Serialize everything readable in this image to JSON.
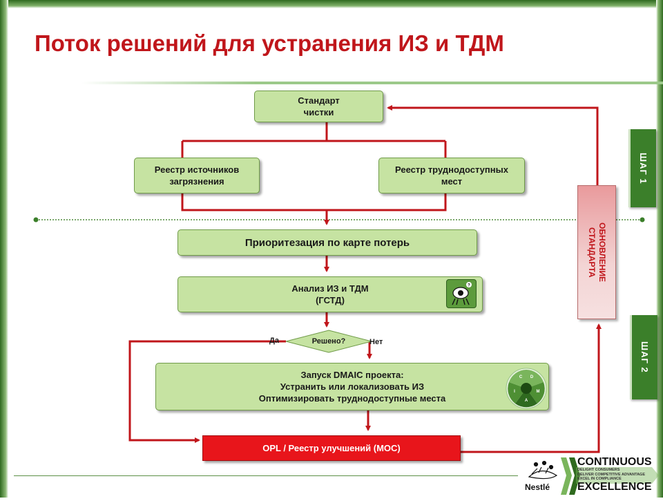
{
  "title": "Поток решений для устранения ИЗ и ТДМ",
  "nodes": {
    "standard": "Стандарт\nчистки",
    "sources_registry": "Реестр источников\nзагрязнения",
    "hard_access_registry": "Реестр труднодоступных\nмест",
    "prioritization": "Приоритезация по карте потерь",
    "analysis": "Анализ ИЗ и ТДМ\n(ГСТД)",
    "decision": "Решено?",
    "dmaic": "Запуск DMAIC проекта:\nУстранить или локализовать ИЗ\nОптимизировать труднодоступные места",
    "opl": "OPL / Реестр улучшений (МОС)",
    "standard_update": "ОБНОВЛЕНИЕ\nСТАНДАРТА"
  },
  "branch_labels": {
    "yes": "Да",
    "no": "Нет"
  },
  "steps": {
    "step1": "ШАГ 1",
    "step2": "ШАГ 2"
  },
  "icons": {
    "analysis_icon": "eye-robot-icon",
    "dmaic_icon": "dmaic-cycle-icon"
  },
  "dmaic_letters": [
    "D",
    "M",
    "A",
    "I",
    "C"
  ],
  "logo": {
    "brand": "Nestlé",
    "program_line1": "CONTINUOUS",
    "program_line2": "EXCELLENCE",
    "tagline": "DELIGHT CONSUMERS\nDELIVER COMPETITIVE ADVANTAGE\nEXCEL IN COMPLIANCE"
  },
  "colors": {
    "title_red": "#c0161b",
    "arrow_red": "#c0161b",
    "box_green": "#c6e3a2",
    "step_green": "#3b7f2a",
    "opl_red": "#e8151b"
  }
}
